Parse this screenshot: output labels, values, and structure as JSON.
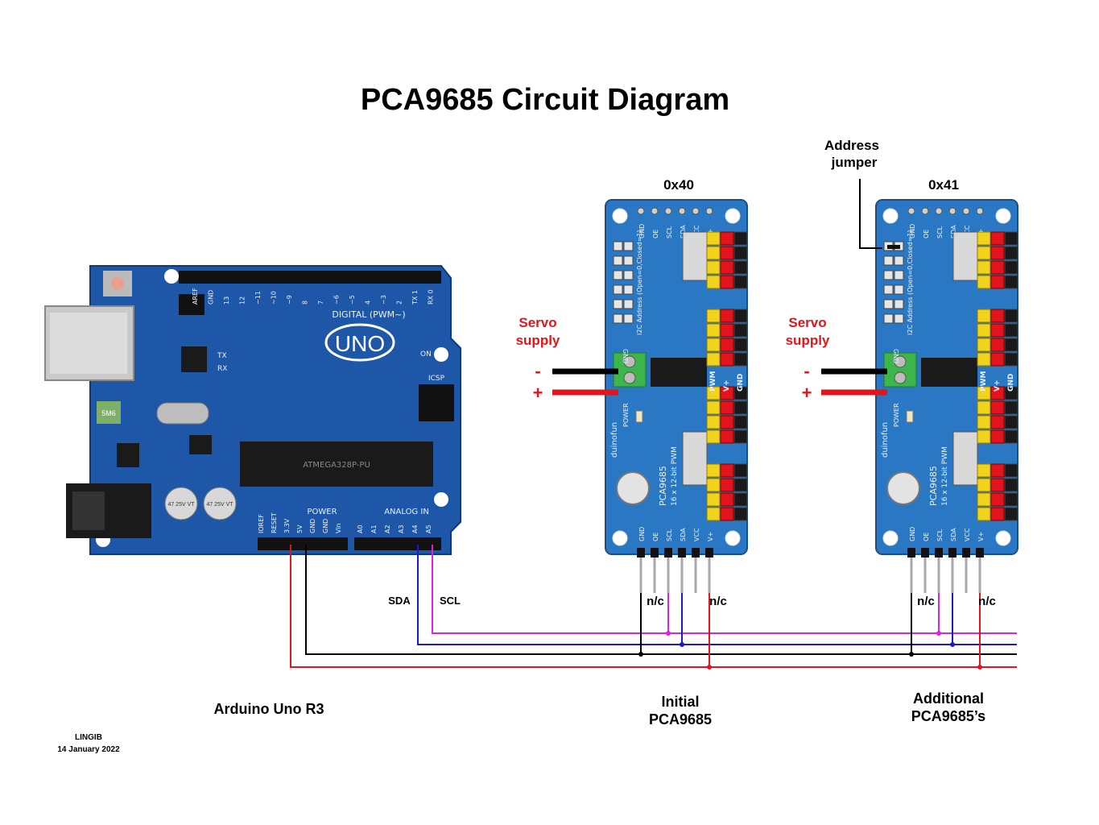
{
  "title": "PCA9685 Circuit Diagram",
  "arduino": {
    "caption": "Arduino Uno R3",
    "logo": "UNO",
    "digital_label": "DIGITAL (PWM~)",
    "on_label": "ON",
    "icsp_label": "ICSP",
    "power_label": "POWER",
    "analog_label": "ANALOG IN",
    "chip_label": "ATMEGA328P-PU",
    "tx_label": "TX",
    "rx_label": "RX",
    "crystal_label": "5M6",
    "cap_label": "47 25V VT",
    "header_top": [
      "AREF",
      "GND",
      "13",
      "12",
      "~11",
      "~10",
      "~9",
      "8",
      "7",
      "~6",
      "~5",
      "4",
      "~3",
      "2",
      "TX 1",
      "RX 0"
    ],
    "header_power": [
      "IOREF",
      "RESET",
      "3.3V",
      "5V",
      "GND",
      "GND",
      "Vin"
    ],
    "header_analog": [
      "A0",
      "A1",
      "A2",
      "A3",
      "A4",
      "A5"
    ],
    "sda_label": "SDA",
    "scl_label": "SCL"
  },
  "pca_initial": {
    "address": "0x40",
    "caption_line1": "Initial",
    "caption_line2": "PCA9685",
    "servo_label_line1": "Servo",
    "servo_label_line2": "supply",
    "minus": "-",
    "plus": "+",
    "nc_left": "n/c",
    "nc_right": "n/c",
    "board_text": "PCA9685",
    "board_sub": "16 x 12-bit PWM",
    "brand": "duinofun",
    "top_pins": [
      "GND",
      "OE",
      "SCL",
      "SDA",
      "VCC",
      "V+"
    ],
    "bottom_pins": [
      "GND",
      "OE",
      "SCL",
      "SDA",
      "VCC",
      "V+"
    ],
    "side_labels": [
      "PWM",
      "V+",
      "GND"
    ],
    "addr_text": "I2C Address (Open=0,Closed=1)",
    "power_text": "POWER",
    "gnd_text": "GND"
  },
  "pca_additional": {
    "address": "0x41",
    "caption_line1": "Additional",
    "caption_line2": "PCA9685’s",
    "servo_label_line1": "Servo",
    "servo_label_line2": "supply",
    "minus": "-",
    "plus": "+",
    "nc_left": "n/c",
    "nc_right": "n/c",
    "jumper_label_line1": "Address",
    "jumper_label_line2": "jumper",
    "board_text": "PCA9685",
    "board_sub": "16 x 12-bit PWM",
    "brand": "duinofun",
    "top_pins": [
      "GND",
      "OE",
      "SCL",
      "SDA",
      "VCC",
      "V+"
    ],
    "bottom_pins": [
      "GND",
      "OE",
      "SCL",
      "SDA",
      "VCC",
      "V+"
    ],
    "side_labels": [
      "PWM",
      "V+",
      "GND"
    ],
    "addr_text": "I2C Address (Open=0,Closed=1)",
    "power_text": "POWER",
    "gnd_text": "GND"
  },
  "credit": {
    "author": "LINGIB",
    "date": "14 January 2022"
  },
  "colors": {
    "board_blue": "#1e56a8",
    "pca_blue": "#2a78c4",
    "wire_red": "#e3141b",
    "wire_black": "#000000",
    "wire_blue": "#1a1acc",
    "wire_magenta": "#e020e0",
    "label_red": "#e3141b"
  }
}
